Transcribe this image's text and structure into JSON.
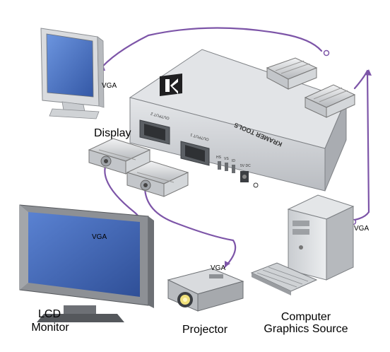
{
  "device": {
    "brand": "KRAMER TOOLS",
    "logo_letter": "K",
    "output1_label": "OUTPUT 1",
    "output2_label": "OUTPUT 2",
    "power_label": "5V DC",
    "switch_labels": [
      "HS",
      "VS",
      "ID"
    ]
  },
  "labels": {
    "display": "Display",
    "lcd_line1": "LCD",
    "lcd_line2": "Monitor",
    "projector": "Projector",
    "computer_line1": "Computer",
    "computer_line2": "Graphics Source",
    "vga": "VGA"
  },
  "colors": {
    "cable": "#7d55a8",
    "device_body": "#cfd2d6",
    "screen_blue": "#4f78c8"
  }
}
